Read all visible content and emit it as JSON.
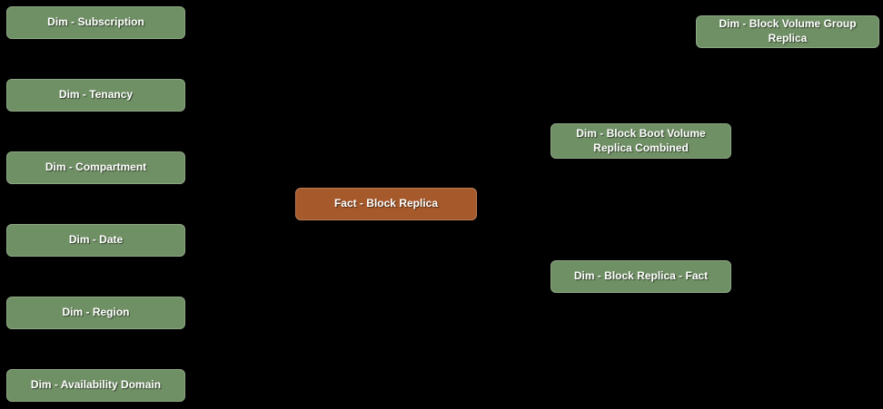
{
  "diagram": {
    "background": "#000000",
    "text_color": "#FFFFFF",
    "colors": {
      "dimension": "#6F8F64",
      "fact": "#A6592A"
    },
    "nodes": [
      {
        "id": "dim-subscription",
        "label": "Dim - Subscription",
        "type": "dimension"
      },
      {
        "id": "dim-tenancy",
        "label": "Dim - Tenancy",
        "type": "dimension"
      },
      {
        "id": "dim-compartment",
        "label": "Dim - Compartment",
        "type": "dimension"
      },
      {
        "id": "dim-date",
        "label": "Dim - Date",
        "type": "dimension"
      },
      {
        "id": "dim-region",
        "label": "Dim - Region",
        "type": "dimension"
      },
      {
        "id": "dim-availability-domain",
        "label": "Dim - Availability Domain",
        "type": "dimension"
      },
      {
        "id": "fact-block-replica",
        "label": "Fact - Block Replica",
        "type": "fact"
      },
      {
        "id": "dim-block-volume-group-replica",
        "label": "Dim - Block Volume Group Replica",
        "type": "dimension"
      },
      {
        "id": "dim-block-boot-volume-replica-combined",
        "label": "Dim - Block Boot Volume Replica Combined",
        "type": "dimension"
      },
      {
        "id": "dim-block-replica-fact",
        "label": "Dim - Block Replica - Fact",
        "type": "dimension"
      }
    ]
  }
}
